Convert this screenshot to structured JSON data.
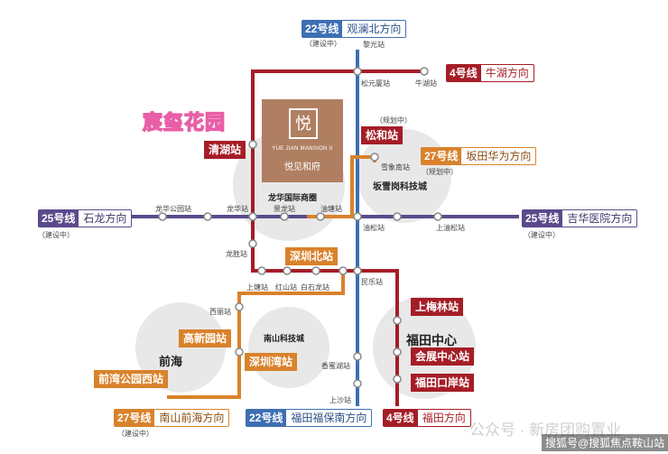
{
  "district_label": "宸玺花园",
  "project_logo": {
    "english": "YUE JIAN MANSION II",
    "chinese": "悦见和府",
    "mark": "悦"
  },
  "areas": {
    "longhua": "龙华国际商圈",
    "bantian": "坂雪岗科技城",
    "nanshan": "南山科技城",
    "qianhai": "前海",
    "futian": "福田中心"
  },
  "line_tags": {
    "line22_north": {
      "num": "22号线",
      "dest": "观澜北方向",
      "note": "（建设中）"
    },
    "line4_north": {
      "num": "4号线",
      "dest": "牛湖方向"
    },
    "line27_north": {
      "num": "27号线",
      "dest": "坂田华为方向",
      "note": "（规划中）"
    },
    "line25_west": {
      "num": "25号线",
      "dest": "石龙方向",
      "note": "（建设中）"
    },
    "line25_east": {
      "num": "25号线",
      "dest": "吉华医院方向",
      "note": "（建设中）"
    },
    "line27_south": {
      "num": "27号线",
      "dest": "南山前海方向",
      "note": "（建设中）"
    },
    "line22_south": {
      "num": "22号线",
      "dest": "福田福保南方向"
    },
    "line4_south": {
      "num": "4号线",
      "dest": "福田方向"
    }
  },
  "highlight_stations": {
    "qinghu": "清湖站",
    "songhe": "松和站",
    "songhe_note": "（规划中）",
    "shenzhenbei": "深圳北站",
    "gaoxinyuan": "高新园站",
    "shenzhenwan": "深圳湾站",
    "qianwan": "前湾公园西站",
    "shangmeilin": "上梅林站",
    "huizhan": "会展中心站",
    "futiankouan": "福田口岸站"
  },
  "stations": {
    "liguang": "黎光站",
    "songyuansha": "松元厦站",
    "niuhu": "牛湖站",
    "xuexiangnan": "雪象南站",
    "longhuagongyuan": "龙华公园站",
    "longhua": "龙华站",
    "jinglong": "景龙站",
    "youtang": "油塘站",
    "youtang2": "油松站",
    "shangyousong": "上油松站",
    "longsheng": "龙胜站",
    "shangtang": "上塘站",
    "hongshan": "红山站",
    "baishilong": "白石龙站",
    "minle": "民乐站",
    "xili": "西丽站",
    "xiangmihu": "香蜜湖站",
    "shangsha": "上沙站"
  },
  "watermark": "公众号 · 新房团购置业",
  "source_tag": "搜狐号@搜狐焦点鞍山站",
  "colors": {
    "line4": "#a51d26",
    "line22": "#3e6fb3",
    "line25": "#5a4a8c",
    "line27": "#d9822b",
    "pink": "#e85fa7"
  }
}
